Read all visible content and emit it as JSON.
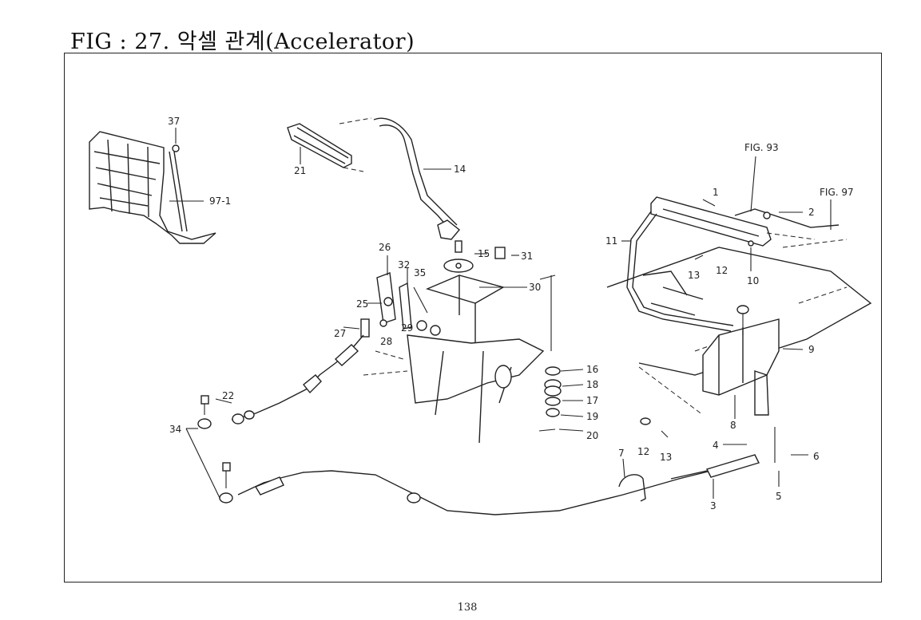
{
  "figure": {
    "title": "FIG : 27. 악셀 관계(Accelerator)",
    "page_number": "138"
  },
  "callouts": [
    {
      "id": "c37",
      "text": "37"
    },
    {
      "id": "c97-1",
      "text": "97-1"
    },
    {
      "id": "c21",
      "text": "21"
    },
    {
      "id": "c14",
      "text": "14"
    },
    {
      "id": "cfig93",
      "text": "FIG. 93"
    },
    {
      "id": "cfig97",
      "text": "FIG. 97"
    },
    {
      "id": "c1",
      "text": "1"
    },
    {
      "id": "c2",
      "text": "2"
    },
    {
      "id": "c11",
      "text": "11"
    },
    {
      "id": "c13a",
      "text": "13"
    },
    {
      "id": "c12a",
      "text": "12"
    },
    {
      "id": "c10",
      "text": "10"
    },
    {
      "id": "c26",
      "text": "26"
    },
    {
      "id": "c32",
      "text": "32"
    },
    {
      "id": "c35",
      "text": "35"
    },
    {
      "id": "c15",
      "text": "15"
    },
    {
      "id": "c31",
      "text": "31"
    },
    {
      "id": "c30",
      "text": "30"
    },
    {
      "id": "c25",
      "text": "25"
    },
    {
      "id": "c27",
      "text": "27"
    },
    {
      "id": "c29",
      "text": "29"
    },
    {
      "id": "c28",
      "text": "28"
    },
    {
      "id": "c9",
      "text": "9"
    },
    {
      "id": "c16",
      "text": "16"
    },
    {
      "id": "c18",
      "text": "18"
    },
    {
      "id": "c17",
      "text": "17"
    },
    {
      "id": "c19",
      "text": "19"
    },
    {
      "id": "c20",
      "text": "20"
    },
    {
      "id": "c22",
      "text": "22"
    },
    {
      "id": "c34",
      "text": "34"
    },
    {
      "id": "c8",
      "text": "8"
    },
    {
      "id": "c12b",
      "text": "12"
    },
    {
      "id": "c13b",
      "text": "13"
    },
    {
      "id": "c4",
      "text": "4"
    },
    {
      "id": "c6",
      "text": "6"
    },
    {
      "id": "c7",
      "text": "7"
    },
    {
      "id": "c3",
      "text": "3"
    },
    {
      "id": "c5",
      "text": "5"
    }
  ]
}
